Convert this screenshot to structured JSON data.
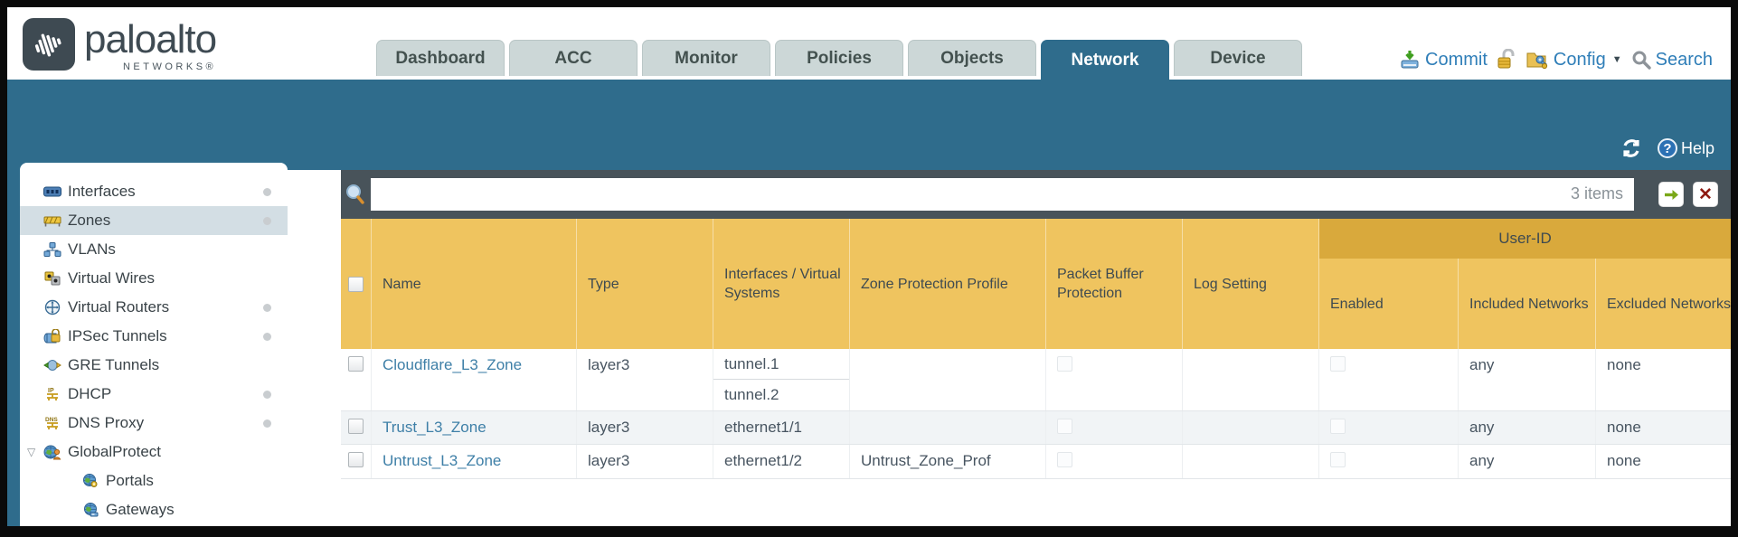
{
  "brand": {
    "logo_word": "paloalto",
    "logo_sub": "NETWORKS®"
  },
  "nav": {
    "tabs": [
      {
        "label": "Dashboard",
        "active": false
      },
      {
        "label": "ACC",
        "active": false
      },
      {
        "label": "Monitor",
        "active": false
      },
      {
        "label": "Policies",
        "active": false
      },
      {
        "label": "Objects",
        "active": false
      },
      {
        "label": "Network",
        "active": true
      },
      {
        "label": "Device",
        "active": false
      }
    ]
  },
  "utilities": {
    "commit": "Commit",
    "config": "Config",
    "search": "Search",
    "help": "Help"
  },
  "sidebar": {
    "items": [
      {
        "label": "Interfaces"
      },
      {
        "label": "Zones"
      },
      {
        "label": "VLANs"
      },
      {
        "label": "Virtual Wires"
      },
      {
        "label": "Virtual Routers"
      },
      {
        "label": "IPSec Tunnels"
      },
      {
        "label": "GRE Tunnels"
      },
      {
        "label": "DHCP"
      },
      {
        "label": "DNS Proxy"
      },
      {
        "label": "GlobalProtect"
      },
      {
        "label": "Portals"
      },
      {
        "label": "Gateways"
      }
    ]
  },
  "filter": {
    "value": "",
    "count_label": "3 items"
  },
  "table": {
    "group_header": "User-ID",
    "columns": [
      "Name",
      "Type",
      "Interfaces / Virtual Systems",
      "Zone Protection Profile",
      "Packet Buffer Protection",
      "Log Setting",
      "Enabled",
      "Included Networks",
      "Excluded Networks"
    ],
    "rows": [
      {
        "name": "Cloudflare_L3_Zone",
        "type": "layer3",
        "interfaces": [
          "tunnel.1",
          "tunnel.2"
        ],
        "zone_protection_profile": "",
        "log_setting": "",
        "included_networks": "any",
        "excluded_networks": "none"
      },
      {
        "name": "Trust_L3_Zone",
        "type": "layer3",
        "interfaces": [
          "ethernet1/1"
        ],
        "zone_protection_profile": "",
        "log_setting": "",
        "included_networks": "any",
        "excluded_networks": "none"
      },
      {
        "name": "Untrust_L3_Zone",
        "type": "layer3",
        "interfaces": [
          "ethernet1/2"
        ],
        "zone_protection_profile": "Untrust_Zone_Prof",
        "log_setting": "",
        "included_networks": "any",
        "excluded_networks": "none"
      }
    ]
  },
  "colors": {
    "accent_teal": "#2f6c8c",
    "header_gold": "#efc45f",
    "group_gold": "#d9a93c",
    "filterbar": "#48535a",
    "link_blue": "#3e7fa7"
  }
}
